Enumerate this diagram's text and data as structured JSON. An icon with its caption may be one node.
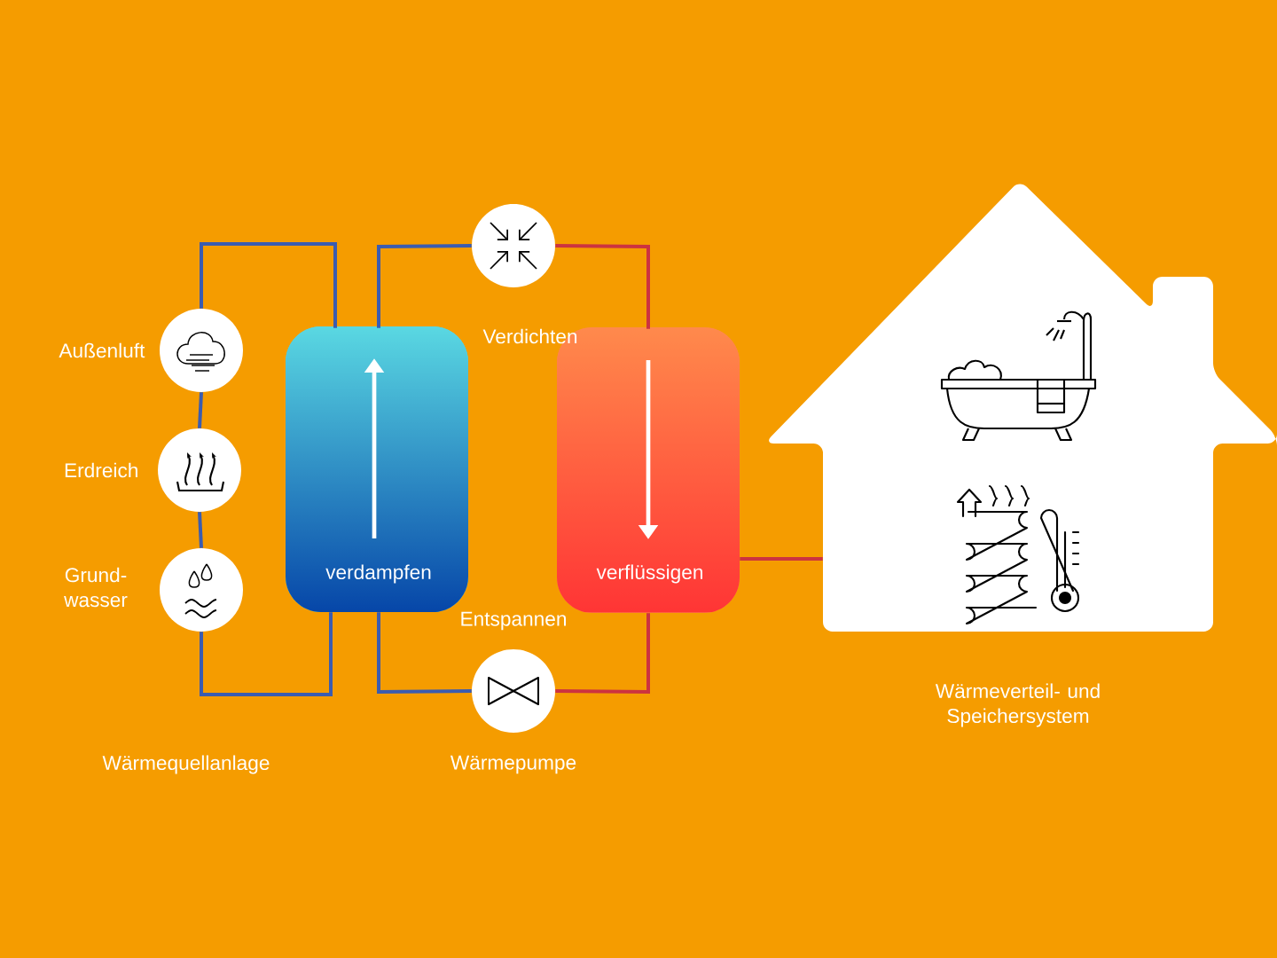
{
  "diagram": {
    "nodes": [
      {
        "text": [
          "Außenluft"
        ]
      },
      {
        "text": [
          "Erdreich"
        ]
      },
      {
        "text": [
          "Grund- wasser"
        ]
      },
      {
        "text": [
          "verdampfen"
        ]
      },
      {
        "text": [
          "Verdichten"
        ]
      },
      {
        "text": [
          "verflüssigen"
        ]
      },
      {
        "text": [
          "Entspannen"
        ]
      },
      {
        "text": [
          "Wärmeverteil- und Speichersystem"
        ]
      }
    ],
    "edges": [
      {
        "from": 0,
        "to": 1,
        "arrow": "none"
      },
      {
        "from": 1,
        "to": 2,
        "arrow": "none"
      },
      {
        "from": 2,
        "to": 3,
        "arrow": "none"
      },
      {
        "from": 0,
        "to": 3,
        "arrow": "none"
      },
      {
        "from": 3,
        "to": 4,
        "arrow": "none"
      },
      {
        "from": 4,
        "to": 5,
        "arrow": "none",
        "color": "#cc3340"
      },
      {
        "from": 5,
        "to": 6,
        "arrow": "none",
        "color": "#cc3340"
      },
      {
        "from": 6,
        "to": 3,
        "arrow": "none"
      },
      {
        "from": 5,
        "to": 7,
        "arrow": "none",
        "color": "#cc3340"
      }
    ],
    "labels": [
      "Wärmequellanlage",
      "Wärmepumpe"
    ]
  }
}
